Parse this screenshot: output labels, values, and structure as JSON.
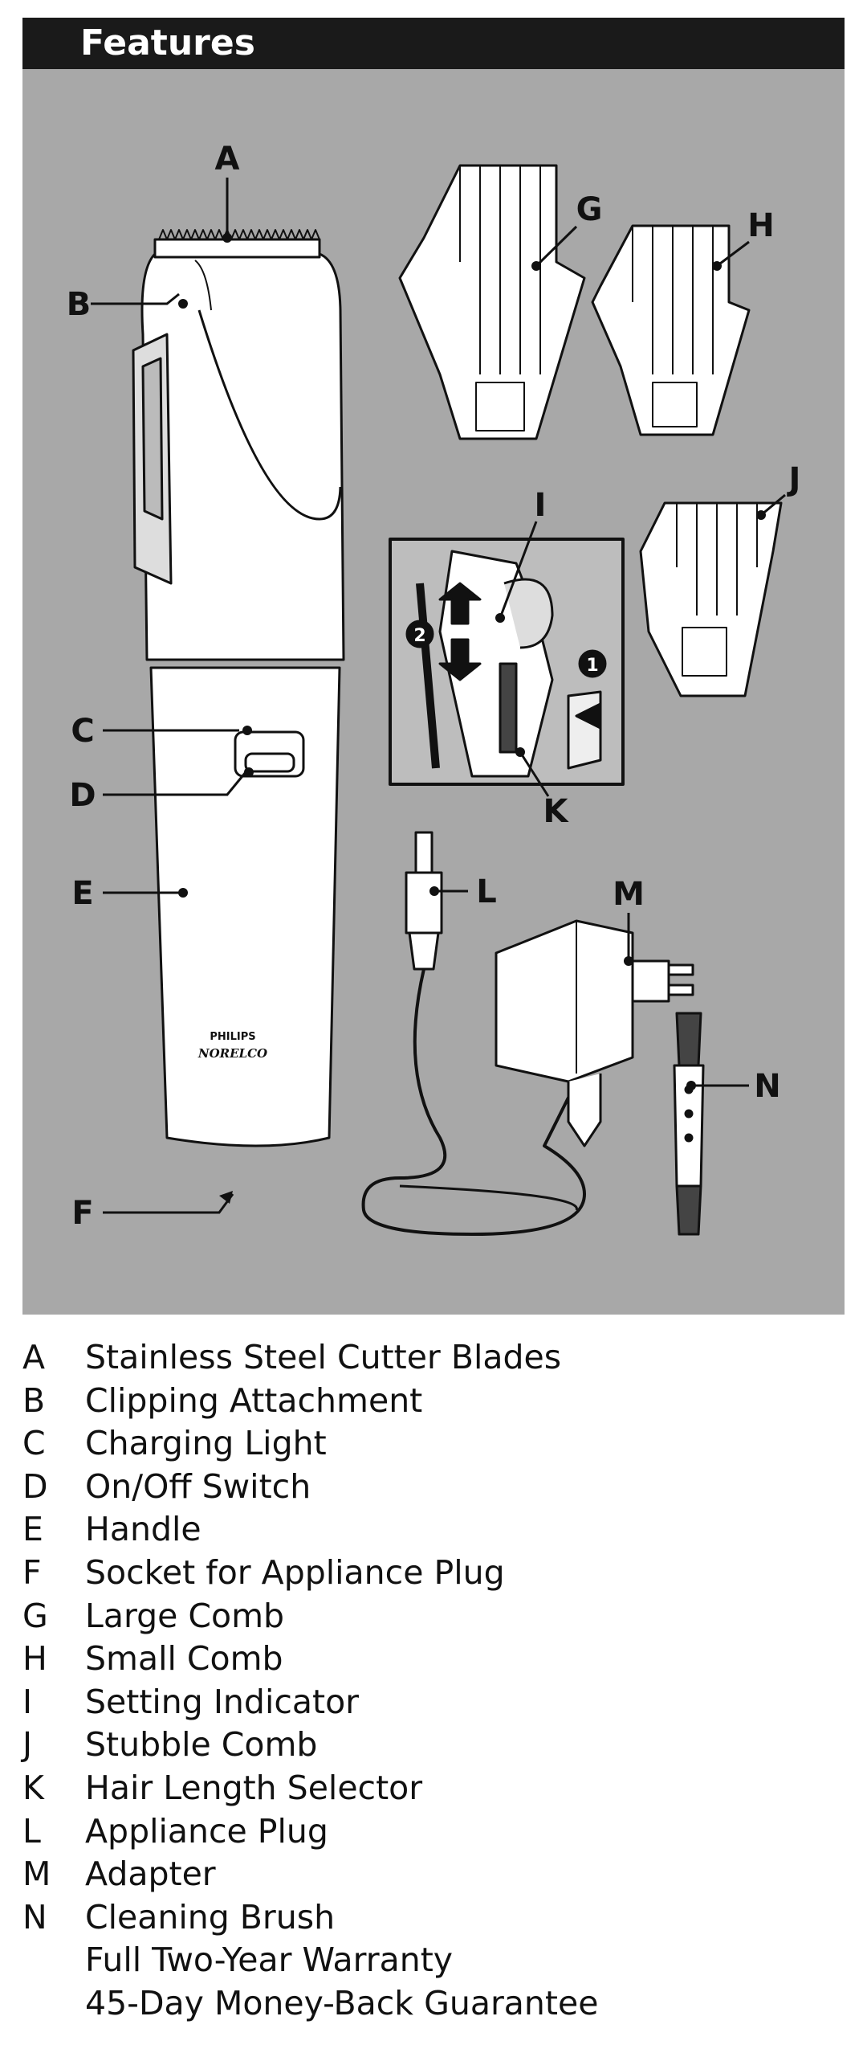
{
  "header": {
    "title": "Features"
  },
  "brand": {
    "line1": "PHILIPS",
    "line2": "NORELCO"
  },
  "callouts": {
    "A": "A",
    "B": "B",
    "C": "C",
    "D": "D",
    "E": "E",
    "F": "F",
    "G": "G",
    "H": "H",
    "I": "I",
    "J": "J",
    "K": "K",
    "L": "L",
    "M": "M",
    "N": "N",
    "step1": "1",
    "step2": "2"
  },
  "legend": [
    {
      "letter": "A",
      "text": "Stainless Steel Cutter Blades"
    },
    {
      "letter": "B",
      "text": "Clipping Attachment"
    },
    {
      "letter": "C",
      "text": "Charging Light"
    },
    {
      "letter": "D",
      "text": "On/Off Switch"
    },
    {
      "letter": "E",
      "text": "Handle"
    },
    {
      "letter": "F",
      "text": "Socket for Appliance Plug"
    },
    {
      "letter": "G",
      "text": "Large Comb"
    },
    {
      "letter": "H",
      "text": "Small Comb"
    },
    {
      "letter": "I",
      "text": "Setting Indicator"
    },
    {
      "letter": "J",
      "text": "Stubble Comb"
    },
    {
      "letter": "K",
      "text": "Hair Length Selector"
    },
    {
      "letter": "L",
      "text": "Appliance Plug"
    },
    {
      "letter": "M",
      "text": "Adapter"
    },
    {
      "letter": "N",
      "text": "Cleaning Brush"
    },
    {
      "letter": "",
      "text": "Full Two-Year Warranty"
    },
    {
      "letter": "",
      "text": "45-Day Money-Back Guarantee"
    }
  ],
  "colors": {
    "panel": "#a8a8a8",
    "header": "#1a1a1a",
    "device": "#ffffff"
  }
}
